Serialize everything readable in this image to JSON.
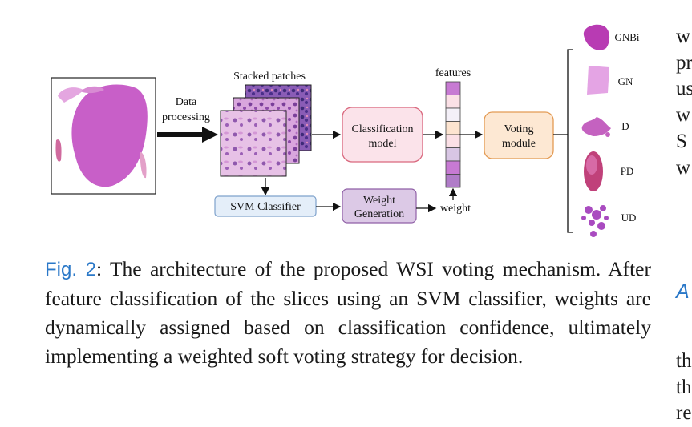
{
  "diagram": {
    "labels": {
      "data_processing_line1": "Data",
      "data_processing_line2": "processing",
      "stacked_patches": "Stacked patches",
      "features": "features",
      "classification_model_line1": "Classification",
      "classification_model_line2": "model",
      "voting_module_line1": "Voting",
      "voting_module_line2": "module",
      "svm_classifier": "SVM Classifier",
      "weight_generation_line1": "Weight",
      "weight_generation_line2": "Generation",
      "weight": "weight"
    },
    "outputs": [
      "GNBi",
      "GN",
      "D",
      "PD",
      "UD"
    ],
    "colors": {
      "classification_fill": "#fbe3ea",
      "classification_stroke": "#d9687e",
      "voting_fill": "#fde8d3",
      "voting_stroke": "#e39a53",
      "svm_fill": "#e4eef9",
      "svm_stroke": "#7ea2cc",
      "weight_fill": "#dcc9e6",
      "weight_stroke": "#8f5fa6",
      "tissue": "#c85fc8"
    },
    "feature_cell_colors": [
      "#c77ad3",
      "#fbe0e6",
      "#f4f0f8",
      "#fde4d0",
      "#fbe0e6",
      "#d8c6e4",
      "#c77ad3",
      "#b07cc8"
    ]
  },
  "caption": {
    "fig_label": "Fig. 2",
    "text": ": The architecture of the proposed WSI voting mechanism. After feature classification of the slices using an SVM classifier, weights are dynamically assigned based on classification confidence, ultimately implementing a weighted soft voting strategy for decision."
  },
  "right_column": {
    "lines": [
      "w",
      "pr",
      "us",
      "w",
      "S",
      "w"
    ],
    "section_head": "A",
    "lower_lines": [
      "th",
      "th",
      "re"
    ]
  }
}
